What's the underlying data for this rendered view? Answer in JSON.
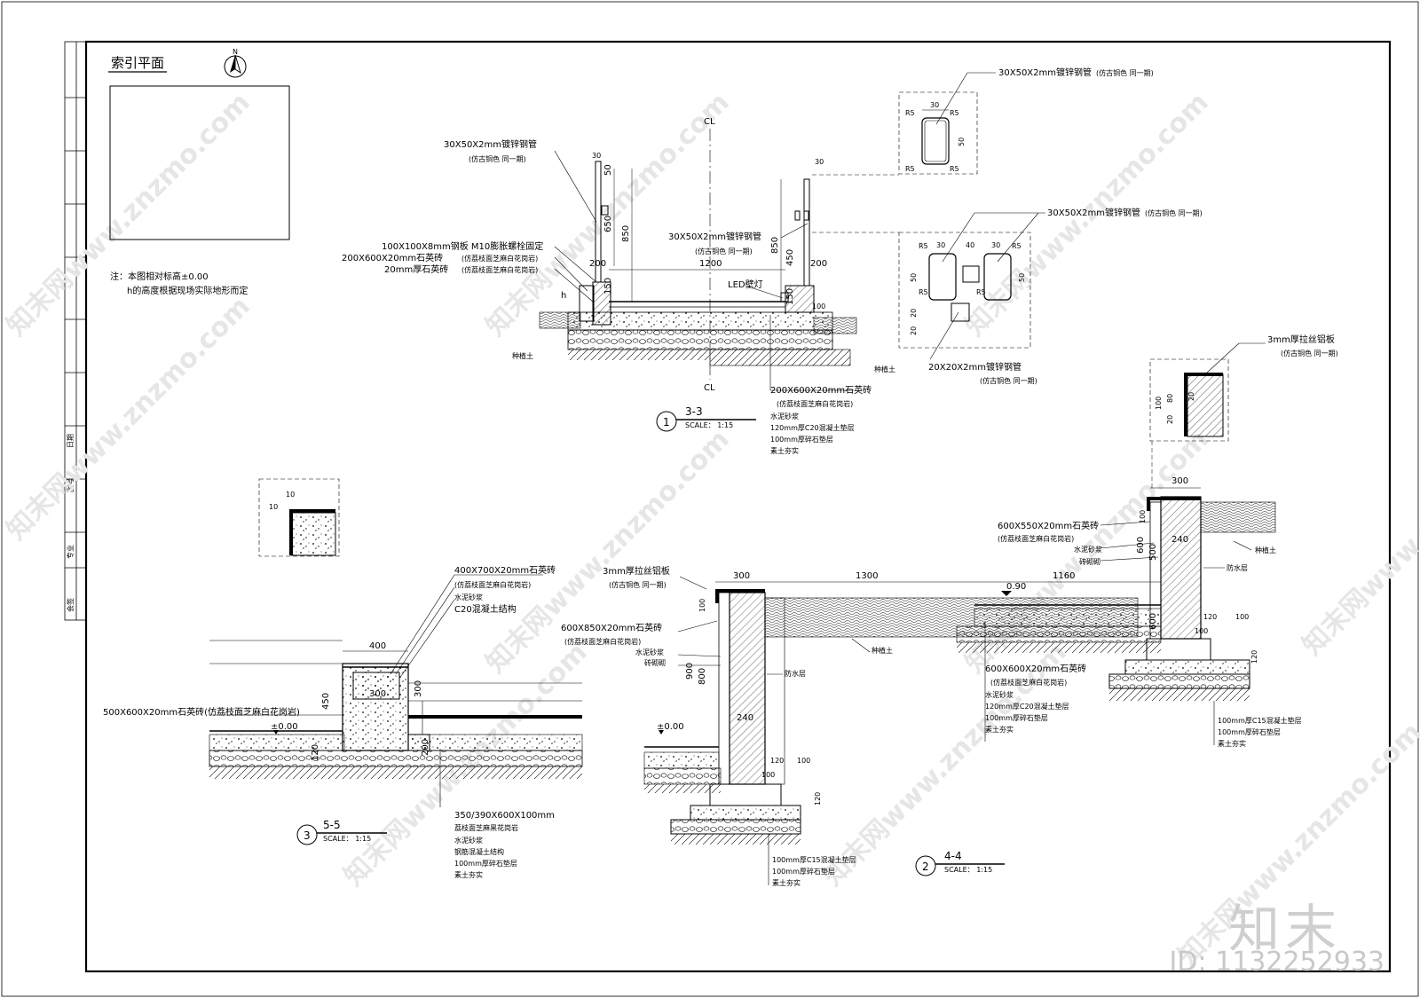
{
  "index_plan": {
    "title": "索引平面",
    "north": "N"
  },
  "notes": {
    "line1": "注：本图相对标高±0.00",
    "line2": "h的高度根据现场实际地形而定"
  },
  "side_strip": {
    "t1": "专业",
    "t2": "会签",
    "t3": "图号",
    "t4": "日期"
  },
  "section1": {
    "number": "1",
    "title": "3-3",
    "scale": "SCALE： 1:15",
    "cl_top": "CL",
    "cl_bottom": "CL",
    "label_pipe_left": "30X50X2mm镀锌钢管",
    "label_pipe_left_sub": "(仿古铜色 同一期)",
    "label_plate": "100X100X8mm钢板 M10膨胀螺栓固定",
    "label_stone1": "200X600X20mm石英砖",
    "label_stone1_sub": "(仿荔枝面芝麻白花岗岩)",
    "label_stone2": "20mm厚石英砖",
    "label_stone2_sub": "(仿荔枝面芝麻白花岗岩)",
    "label_pipe_mid": "30X50X2mm镀锌钢管",
    "label_pipe_mid_sub": "(仿古铜色 同一期)",
    "label_led": "LED壁灯",
    "label_soil_l": "种植土",
    "label_soil_r": "种植土",
    "dim_1200": "1200",
    "dim_200a": "200",
    "dim_200b": "200",
    "dim_650": "650",
    "dim_850a": "850",
    "dim_850b": "850",
    "dim_450": "450",
    "dim_150a": "150",
    "dim_150b": "150",
    "dim_100": "100",
    "dim_50a": "50",
    "dim_30a": "30",
    "dim_30b": "30",
    "dim_h": "h",
    "layer1": "200X600X20mm石英砖",
    "layer1_sub": "(仿荔枝面芝麻白花岗岩)",
    "layer2": "水泥砂浆",
    "layer3": "120mm厚C20混凝土垫层",
    "layer4": "100mm厚碎石垫层",
    "layer5": "素土夯实"
  },
  "detail_pipe_single": {
    "label": "30X50X2mm镀锌钢管",
    "sub": "(仿古铜色 同一期)",
    "d30": "30",
    "d50": "50",
    "r": "R5"
  },
  "detail_pipe_double": {
    "label": "30X50X2mm镀锌钢管",
    "sub": "(仿古铜色 同一期)",
    "label2": "20X20X2mm镀锌钢管",
    "sub2": "(仿古铜色 同一期)",
    "d30": "30",
    "d40": "40",
    "d50": "50",
    "d20": "20",
    "r": "R5"
  },
  "detail_alu": {
    "label": "3mm厚拉丝铝板",
    "sub": "(仿古铜色 同一期)",
    "d100": "100",
    "d80": "80",
    "d20": "20"
  },
  "section3": {
    "number": "3",
    "title": "5-5",
    "scale": "SCALE： 1:15",
    "datum": "±0.00",
    "dim_10": "10",
    "dim_400": "400",
    "dim_300a": "300",
    "dim_300b": "300",
    "dim_450": "450",
    "dim_200": "200",
    "dim_120": "120",
    "label_a": "400X700X20mm石英砖",
    "label_a_sub": "(仿荔枝面芝麻白花岗岩)",
    "label_b": "水泥砂浆",
    "label_c": "C20混凝土结构",
    "label_left": "500X600X20mm石英砖(仿荔枝面芝麻白花岗岩)",
    "layer1": "350/390X600X100mm",
    "layer1b": "荔枝面芝麻黑花岗岩",
    "layer2": "水泥砂浆",
    "layer3": "钢筋混凝土结构",
    "layer4": "100mm厚碎石垫层",
    "layer5": "素土夯实"
  },
  "section2": {
    "number": "2",
    "title": "4-4",
    "scale": "SCALE： 1:15",
    "datum": "±0.00",
    "level": "0.90",
    "dim_300a": "300",
    "dim_1300": "1300",
    "dim_1160": "1160",
    "dim_300b": "300",
    "dim_100a": "100",
    "dim_900": "900",
    "dim_800": "800",
    "dim_240a": "240",
    "dim_240b": "240",
    "dim_600a": "600",
    "dim_500": "500",
    "dim_600b": "600",
    "dim_120a": "120",
    "dim_100b": "100",
    "dim_120b": "120",
    "dim_100c": "100",
    "label_alu": "3mm厚拉丝铝板",
    "label_alu_sub": "(仿古铜色 同一期)",
    "label_wall": "600X850X20mm石英砖",
    "label_wall_sub": "(仿荔枝面芝麻白花岗岩)",
    "label_mortar": "水泥砂浆",
    "label_brick": "砖砌砌",
    "label_water": "防水层",
    "label_soil": "种植土",
    "label_top": "600X550X20mm石英砖",
    "label_top_sub": "(仿荔枝面芝麻白花岗岩)",
    "label_top2": "水泥砂浆",
    "label_top3": "砖砌砌",
    "label_water_r": "防水层",
    "label_soil_r": "种植土",
    "pave1": "600X600X20mm石英砖",
    "pave1_sub": "(仿荔枝面芝麻白花岗岩)",
    "pave2": "水泥砂浆",
    "pave3": "120mm厚C20混凝土垫层",
    "pave4": "100mm厚碎石垫层",
    "pave5": "素土夯实",
    "found1": "100mm厚C15混凝土垫层",
    "found2": "100mm厚碎石垫层",
    "found3": "素土夯实",
    "found_r1": "100mm厚C15混凝土垫层",
    "found_r2": "100mm厚碎石垫层",
    "found_r3": "素土夯实"
  },
  "watermark": {
    "text": "知末网www.znzmo.com",
    "brand": "知末",
    "id": "ID: 1132252933"
  }
}
